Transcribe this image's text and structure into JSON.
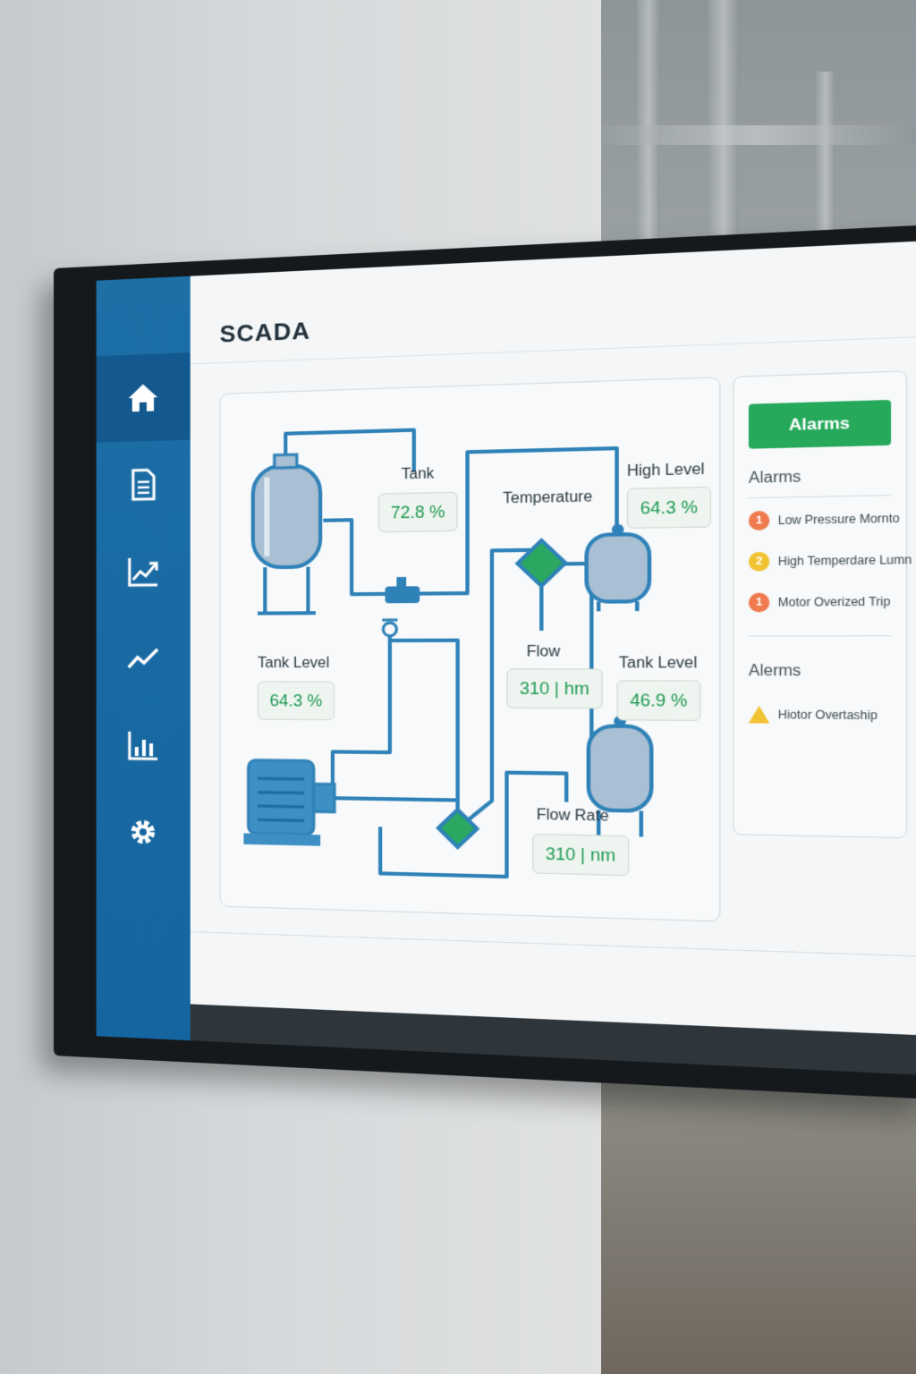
{
  "app": {
    "title": "SCADA"
  },
  "colors": {
    "sidebar": "#1d6fa6",
    "pipe": "#2f82b8",
    "readout_text": "#1f9a52",
    "alarm_button": "#27a95c",
    "alarm_red": "#ee7a4d",
    "alarm_yellow": "#f1c232"
  },
  "sidebar": {
    "items": [
      {
        "icon": "home-icon",
        "active": true
      },
      {
        "icon": "document-icon",
        "active": false
      },
      {
        "icon": "trend-up-chart-icon",
        "active": false
      },
      {
        "icon": "line-chart-icon",
        "active": false
      },
      {
        "icon": "bar-chart-icon",
        "active": false
      },
      {
        "icon": "gear-icon",
        "active": false
      }
    ]
  },
  "top_icons": [
    "bell-icon",
    "menu-icon"
  ],
  "diagram": {
    "tank": {
      "label": "Tank",
      "value": "72.8 %"
    },
    "temperature": {
      "label": "Temperature"
    },
    "high_level": {
      "label": "High Level",
      "value": "64.3 %"
    },
    "tank_level_left": {
      "label": "Tank Level",
      "value": "64.3 %"
    },
    "flow": {
      "label": "Flow",
      "value": "310 | hm"
    },
    "tank_level_right": {
      "label": "Tank Level",
      "value": "46.9 %"
    },
    "flow_rate": {
      "label": "Flow Rate",
      "value": "310 | nm"
    }
  },
  "alarms": {
    "button_label": "Alarms",
    "section1_title": "Alarms",
    "items": [
      {
        "badge": "1",
        "severity": "red",
        "text": "Low Pressure Mornto"
      },
      {
        "badge": "2",
        "severity": "yellow",
        "text": "High Temperdare Lumn"
      },
      {
        "badge": "1",
        "severity": "red",
        "text": "Motor Overized Trip"
      }
    ],
    "section2_title": "Alerms",
    "warning": {
      "text": "Hiotor Overtaship"
    }
  }
}
